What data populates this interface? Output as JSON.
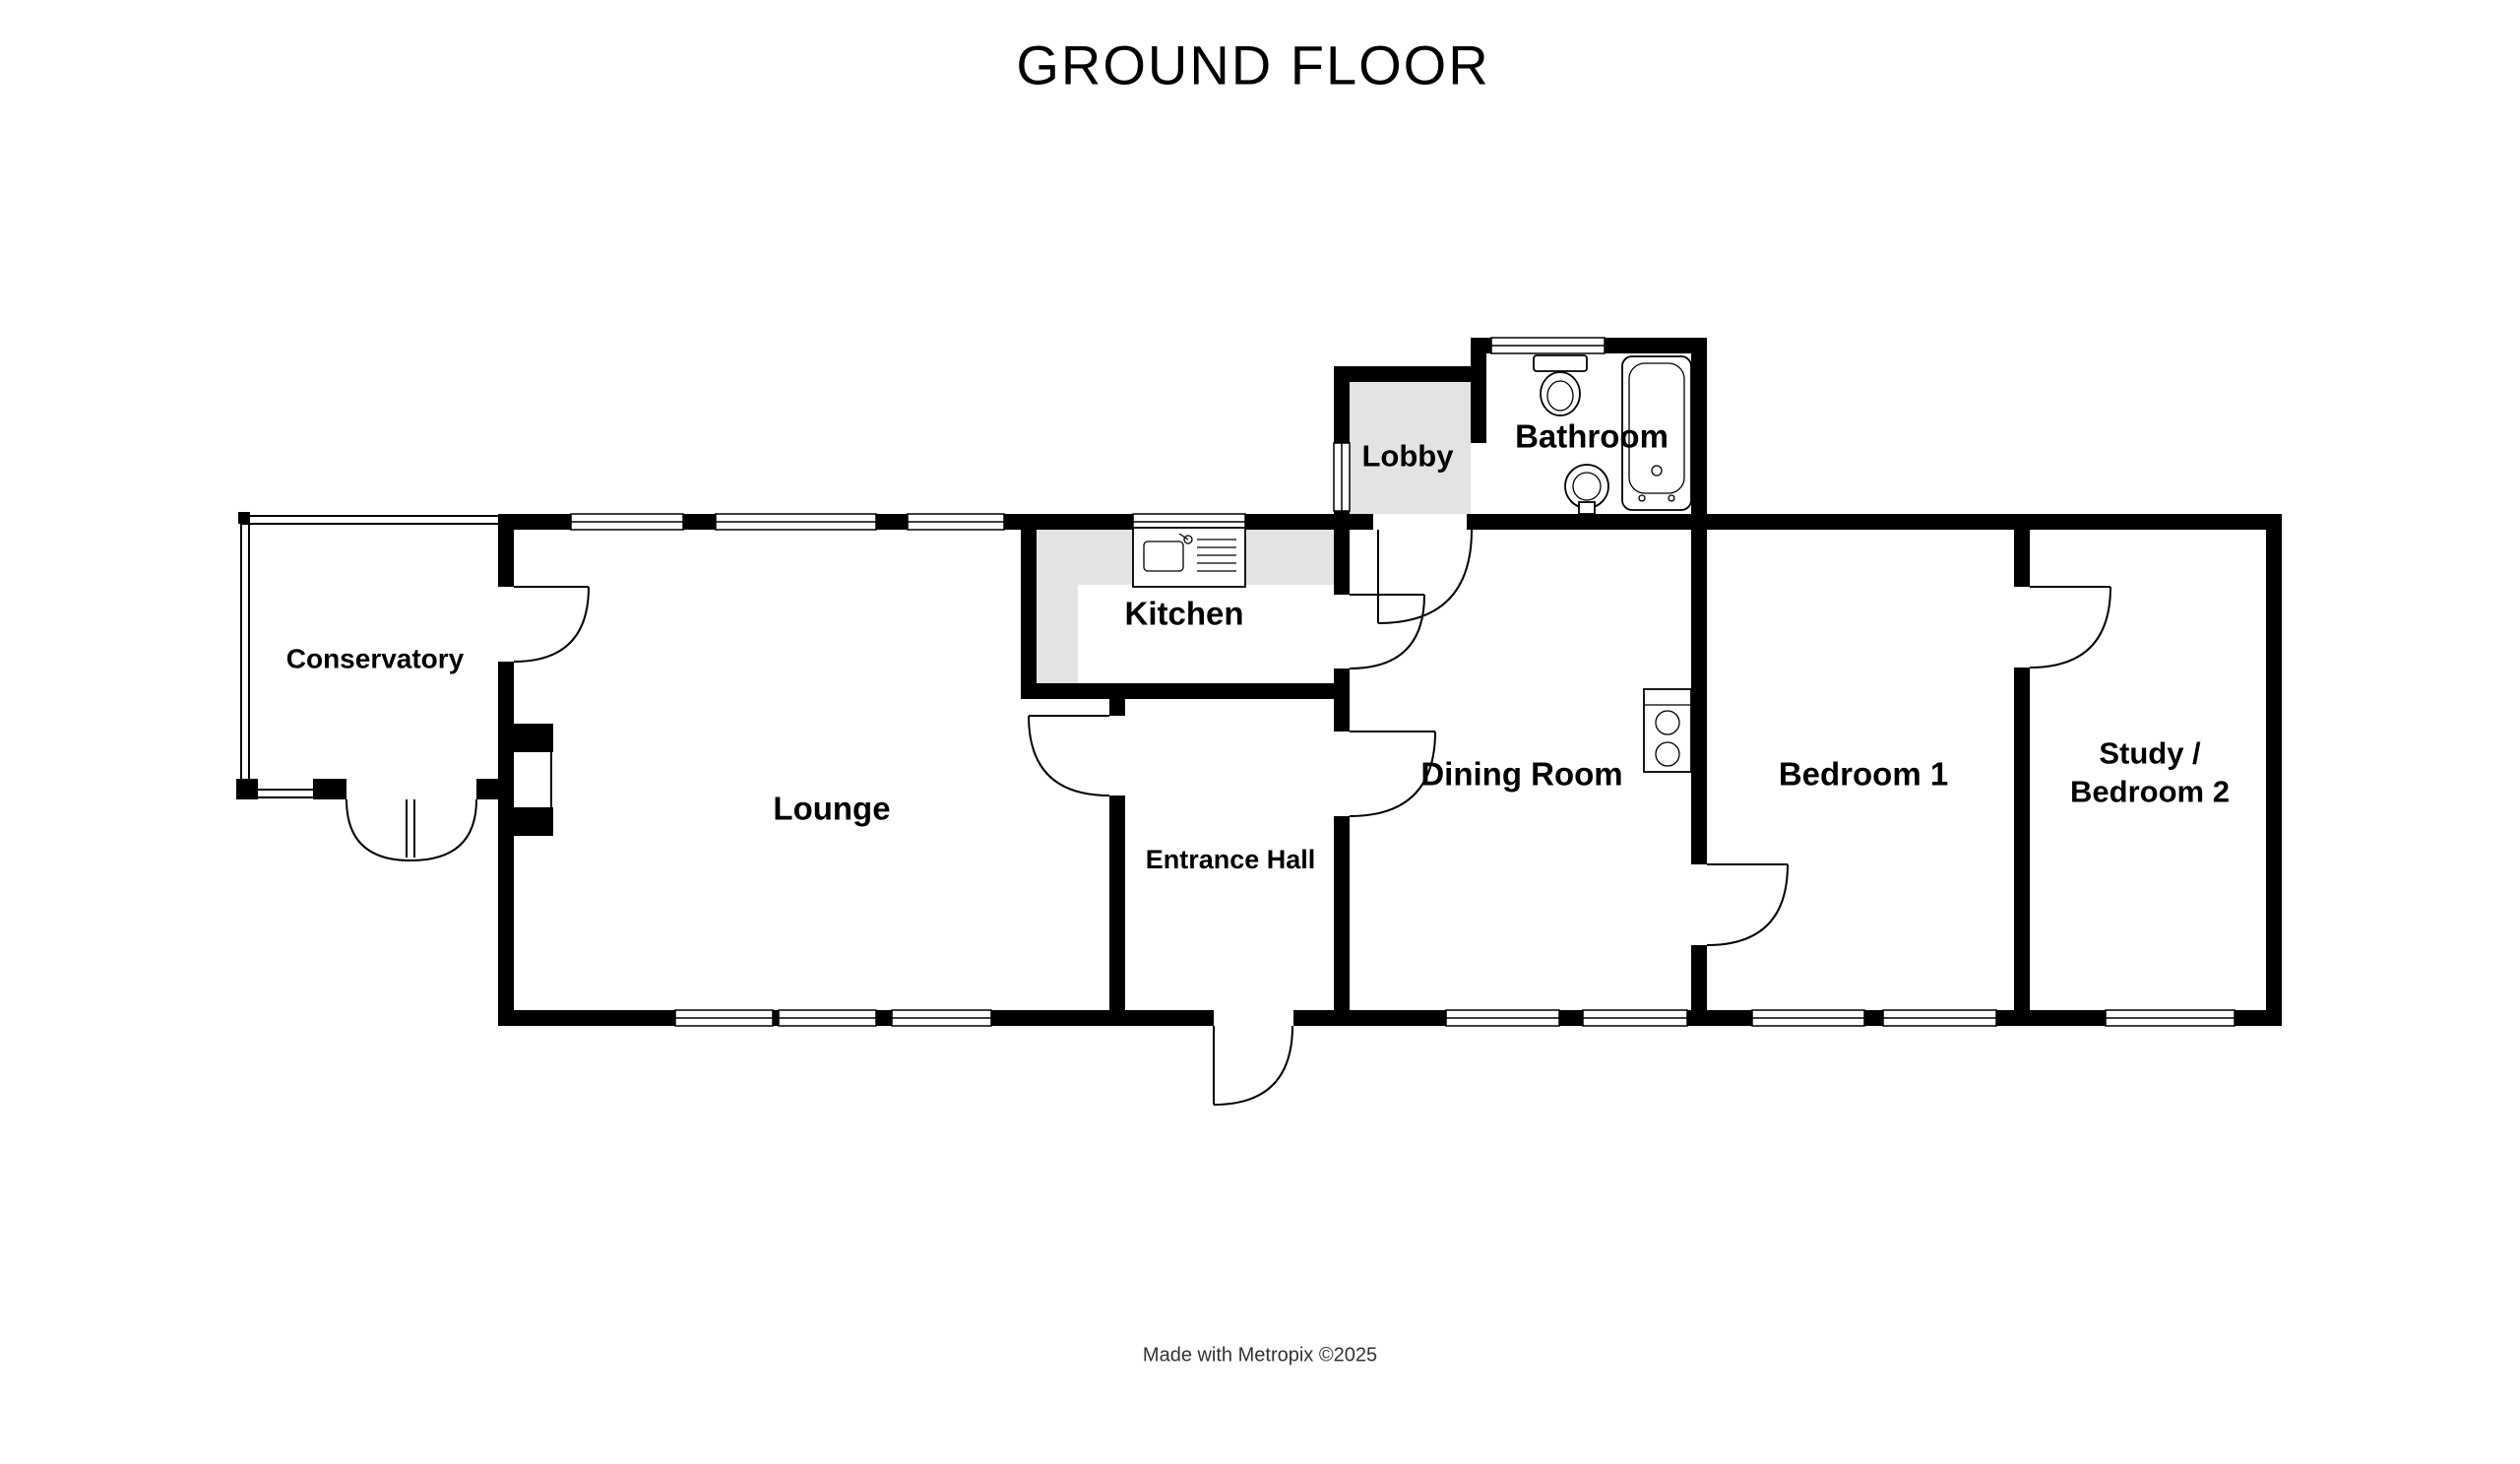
{
  "title": "GROUND FLOOR",
  "footer": {
    "text": "Made with Metropix ©2025"
  },
  "colors": {
    "wall": "#000000",
    "counter": "#e3e3e3",
    "background": "#ffffff"
  },
  "rooms": {
    "conservatory": {
      "label": "Conservatory"
    },
    "lounge": {
      "label": "Lounge"
    },
    "kitchen": {
      "label": "Kitchen"
    },
    "entrance_hall": {
      "label": "Entrance Hall"
    },
    "dining_room": {
      "label": "Dining Room"
    },
    "bedroom_1": {
      "label": "Bedroom 1"
    },
    "study_bedroom_2": {
      "label_line1": "Study /",
      "label_line2": "Bedroom 2"
    },
    "lobby": {
      "label": "Lobby"
    },
    "bathroom": {
      "label": "Bathroom"
    }
  },
  "icons": [
    "toilet-icon",
    "bathtub-icon",
    "pedestal-sink-icon",
    "kitchen-sink-icon",
    "hob-icon",
    "fireplace-icon"
  ]
}
